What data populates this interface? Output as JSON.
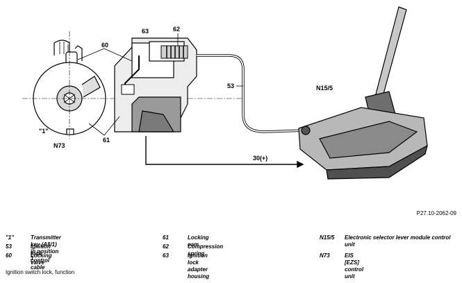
{
  "diagram": {
    "labels": {
      "l60": "60",
      "l63": "63",
      "l62": "62",
      "l53": "53",
      "l61": "61",
      "l1": "\"1\"",
      "lN73": "N73",
      "lN155": "N15/5",
      "l30": "30(+)"
    },
    "colors": {
      "line": "#000000",
      "fill_light": "#e8e8e8",
      "fill_mid": "#b5b5b5",
      "fill_dark": "#5a5a5a"
    },
    "doc_ref": "P27.10-2062-09"
  },
  "legend": [
    {
      "key": "\"1\"",
      "desc": "Transmitter key (A8/1) in position 1"
    },
    {
      "key": "53",
      "desc": "Ignition lock control cable"
    },
    {
      "key": "60",
      "desc": "Locking valve"
    },
    {
      "key": "61",
      "desc": "Locking cam"
    },
    {
      "key": "62",
      "desc": "Compression spring"
    },
    {
      "key": "63",
      "desc": "Ignition lock adapter housing"
    },
    {
      "key": "N15/5",
      "desc": "Electronic selector lever module control unit"
    },
    {
      "key": "N73",
      "desc": "EIS [EZS] control unit"
    }
  ],
  "caption": "Ignition switch lock, function"
}
